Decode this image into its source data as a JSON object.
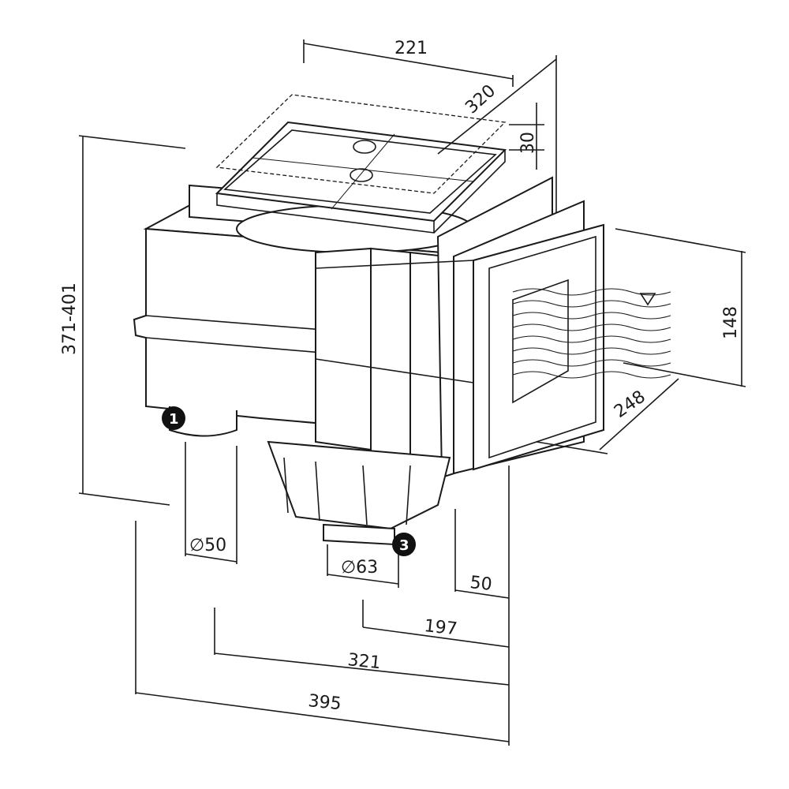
{
  "title": "Skimmer dimensional drawing",
  "dimensions": {
    "lid_width": "221",
    "depth_diagonal": "320",
    "lid_height": "30",
    "mouth_height": "148",
    "mouth_width": "248",
    "total_height": "371-401",
    "outlet_1_diameter": "∅50",
    "outlet_3_diameter": "∅63",
    "offset_50": "50",
    "offset_197": "197",
    "offset_321": "321",
    "total_width": "395"
  },
  "markers": {
    "outlet_1": "1",
    "outlet_3": "3"
  }
}
